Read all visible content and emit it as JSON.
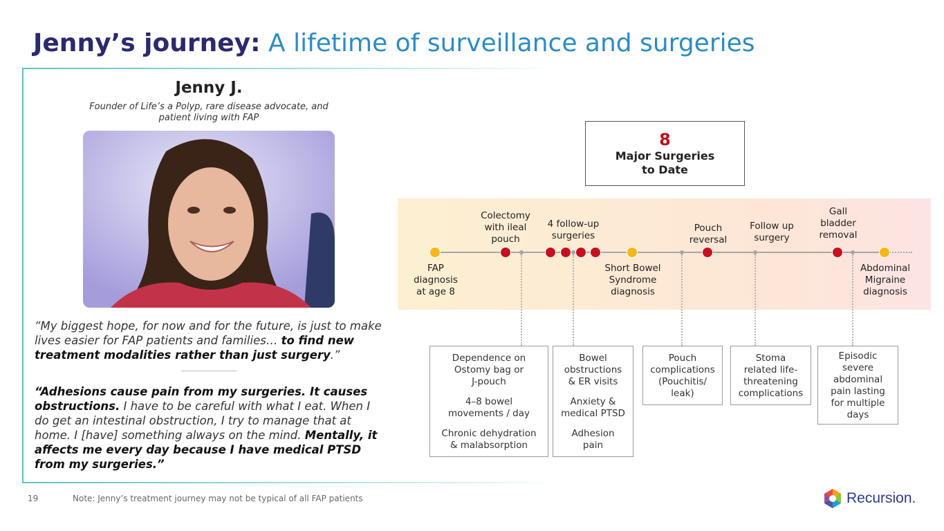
{
  "header": {
    "title_bold": "Jenny’s journey:",
    "title_light": "A lifetime of surveillance and surgeries"
  },
  "profile": {
    "name": "Jenny J.",
    "role": "Founder of Life’s a Polyp, rare disease advocate, and patient living with FAP"
  },
  "quotes": [
    {
      "plain_1": "“My biggest hope, for now and for the future, is just to make lives easier for FAP patients and families… ",
      "bold_1": "to find new treatment modalities rather than just surgery",
      "plain_2": ".”"
    },
    {
      "bold_1": "“Adhesions cause pain from my surgeries. It causes obstructions.",
      "plain_1": " I have to be careful with what I eat. When I do get an intestinal obstruction, I try to manage that at home. I [have] something always on the mind. ",
      "bold_2": "Mentally, it affects me every day because I have medical PTSD from my surgeries.”"
    }
  ],
  "surgeries_box": {
    "count": "8",
    "label": "Major Surgeries\nto Date"
  },
  "timeline": {
    "above_labels": [
      "Colectomy\nwith ileal\npouch",
      "4 follow-up\nsurgeries",
      "Pouch\nreversal",
      "Follow up\nsurgery",
      "Gall\nbladder\nremoval"
    ],
    "below_labels": [
      "FAP\ndiagnosis\nat age 8",
      "Short Bowel\nSyndrome\ndiagnosis",
      "Abdominal\nMigraine\ndiagnosis"
    ],
    "colors": {
      "diagnosis": "#f5b819",
      "surgery": "#c8101f"
    }
  },
  "detail_boxes": [
    {
      "lines": [
        "Dependence on\nOstomy bag or\nJ-pouch",
        "4–8 bowel\nmovements / day",
        "Chronic dehydration\n& malabsorption"
      ]
    },
    {
      "lines": [
        "Bowel\nobstructions\n& ER visits",
        "Anxiety &\nmedical PTSD",
        "Adhesion\npain"
      ]
    },
    {
      "lines": [
        "Pouch\ncomplications\n(Pouchitis/\nleak)"
      ]
    },
    {
      "lines": [
        "Stoma\nrelated life-\nthreatening\ncomplications"
      ]
    },
    {
      "lines": [
        "Episodic\nsevere\nabdominal\npain lasting\nfor multiple\ndays"
      ]
    }
  ],
  "footer": {
    "page_number": "19",
    "note": "Note: Jenny’s treatment journey may not be typical of all FAP patients",
    "logo_text": "Recursion."
  }
}
